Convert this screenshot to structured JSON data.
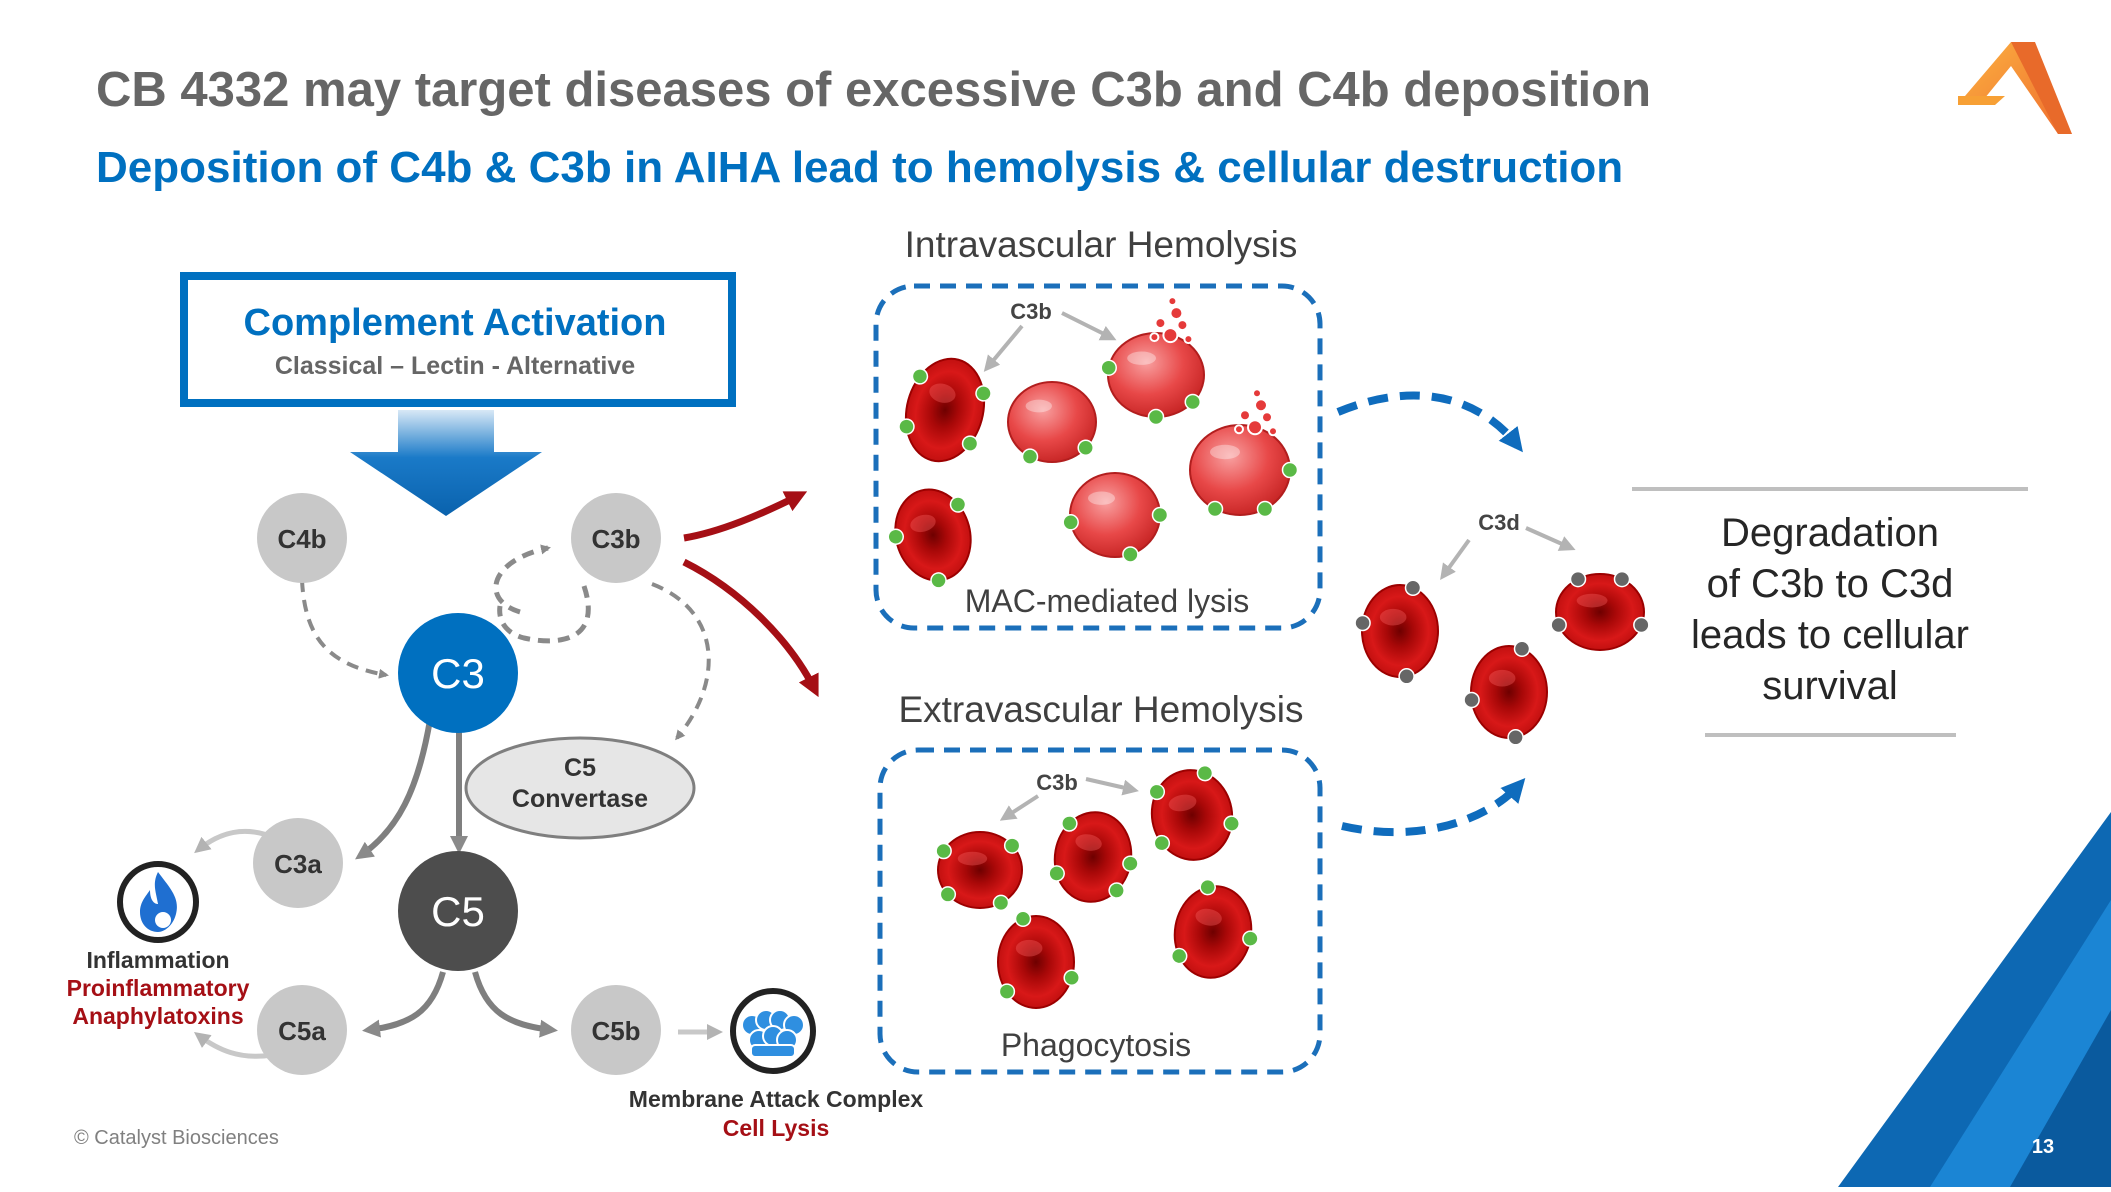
{
  "title": "CB 4332 may target diseases of excessive C3b and C4b deposition",
  "subtitle": "Deposition of C4b & C3b in AIHA lead to hemolysis & cellular destruction",
  "activation_box": {
    "title": "Complement Activation",
    "subtitle": "Classical – Lectin - Alternative"
  },
  "nodes": {
    "c4b": "C4b",
    "c3b": "C3b",
    "c3": "C3",
    "c5": "C5",
    "c3a": "C3a",
    "c5a": "C5a",
    "c5b": "C5b",
    "c5_convertase_line1": "C5",
    "c5_convertase_line2": "Convertase"
  },
  "inflammation": {
    "label": "Inflammation",
    "red_line1": "Proinflammatory",
    "red_line2": "Anaphylatoxins"
  },
  "mac": {
    "label": "Membrane Attack Complex",
    "red_label": "Cell Lysis"
  },
  "intravascular": {
    "heading": "Intravascular Hemolysis",
    "tag": "C3b",
    "caption": "MAC-mediated lysis"
  },
  "extravascular": {
    "heading": "Extravascular Hemolysis",
    "tag": "C3b",
    "caption": "Phagocytosis"
  },
  "c3d_tag": "C3d",
  "degradation": [
    "Degradation",
    "of C3b to C3d",
    "leads to cellular",
    "survival"
  ],
  "footer": {
    "copyright": "© Catalyst Biosciences",
    "page_number": "13"
  },
  "colors": {
    "title_gray": "#666666",
    "brand_blue": "#0070c0",
    "dark_red": "#a50f15",
    "cell_red": "#d7191c",
    "green_dot": "#5ab946",
    "gray_node": "#c8c8c8",
    "dark_node": "#4d4d4d",
    "logo_orange": "#f39c3d"
  },
  "icons": {
    "logo": "catalyst-logo-icon",
    "inflammation": "flame-icon",
    "mac": "membrane-attack-complex-icon"
  }
}
